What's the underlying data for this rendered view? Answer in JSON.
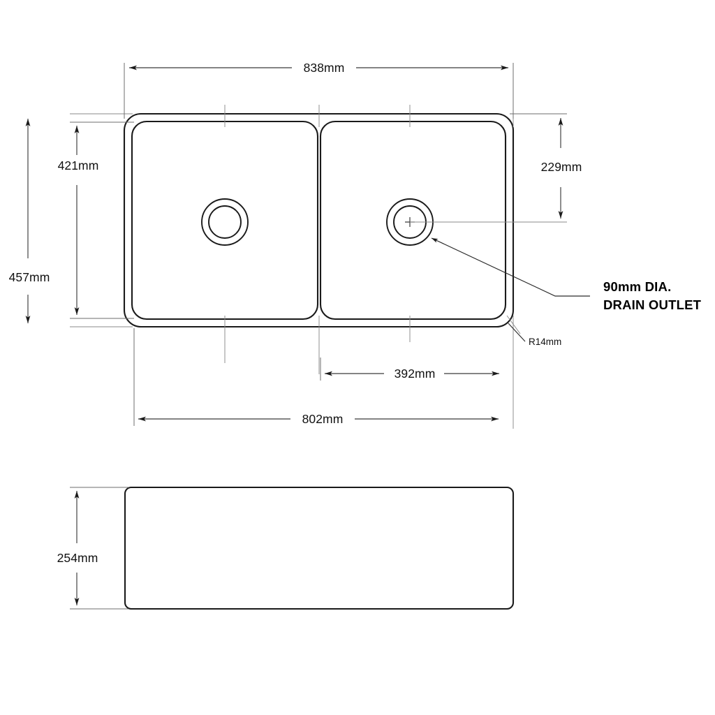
{
  "drawing": {
    "title": "Double Bowl Sink Dimensioned Drawing",
    "units": "mm",
    "views": {
      "plan": {
        "name": "plan-view",
        "description": "Top view of double bowl sink"
      },
      "elevation": {
        "name": "side-elevation-view",
        "description": "Front elevation of sink body"
      }
    }
  },
  "dimensions": {
    "overall_width": "838mm",
    "bowl_area_height": "421mm",
    "overall_height": "457mm",
    "drain_offset_from_top": "229mm",
    "drain_offset_from_right": "392mm",
    "inner_width": "802mm",
    "corner_radius": "R14mm",
    "depth": "254mm"
  },
  "annotations": {
    "drain_note_line1": "90mm  DIA.",
    "drain_note_line2": "DRAIN OUTLET"
  },
  "colors": {
    "outline": "#1a1a1a",
    "dimension": "#3a3a3a",
    "extension": "#6d6d6d",
    "center": "#8a8a8a",
    "background": "#ffffff"
  }
}
